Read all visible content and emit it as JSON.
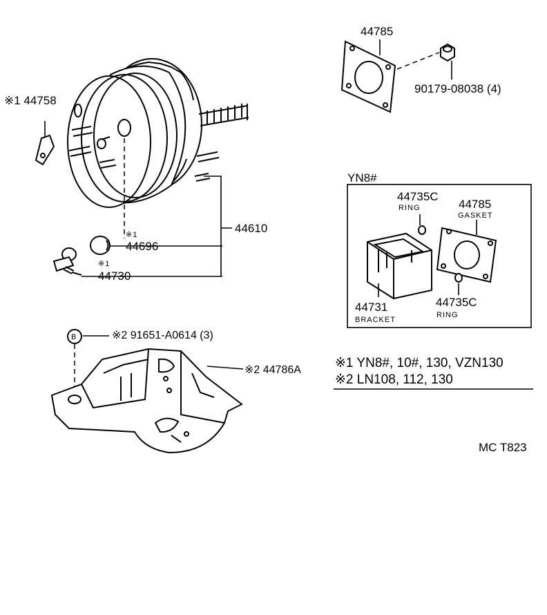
{
  "parts": {
    "gasket_top": "44785",
    "nut": "90179-08038 (4)",
    "clevis": "※1 44758",
    "booster_assy": "44610",
    "grommet": "44696",
    "grommet_mark": "※1",
    "check_valve": "44730",
    "check_valve_mark": "※1",
    "bolt_code": "B",
    "bolt": "※2 91651-A0614 (3)",
    "bracket_main": "※2 44786A"
  },
  "inset": {
    "title": "YN8#",
    "ring_top_no": "44735C",
    "ring_top_name": "RING",
    "gasket_no": "44785",
    "gasket_name": "GASKET",
    "bracket_no": "44731",
    "bracket_name": "BRACKET",
    "ring_bottom_no": "44735C",
    "ring_bottom_name": "RING"
  },
  "notes": {
    "note1": "※1 YN8#, 10#, 130, VZN130",
    "note2": "※2 LN108, 112, 130"
  },
  "diagram_code": "MC T823"
}
